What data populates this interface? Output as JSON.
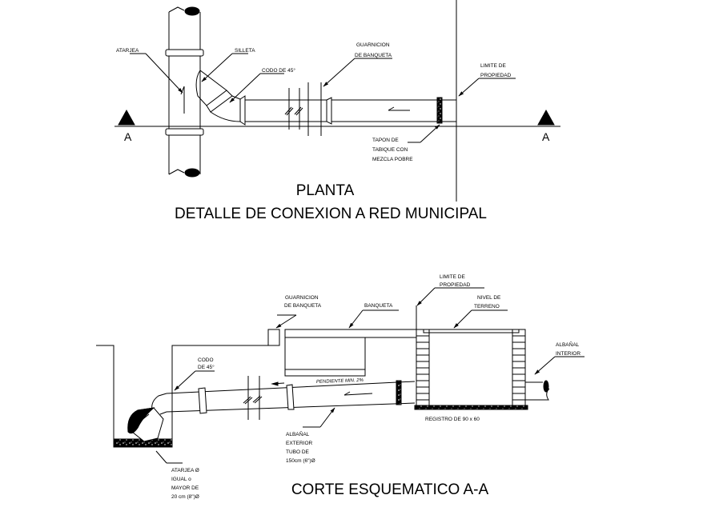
{
  "plan": {
    "title": "PLANTA",
    "subtitle": "DETALLE DE CONEXION A RED MUNICIPAL",
    "section_marker_left": "A",
    "section_marker_right": "A",
    "labels": {
      "atarjea": "ATARJEA",
      "silleta": "SILLETA",
      "codo": "CODO DE 45°",
      "guarnicion_1": "GUARNICION",
      "guarnicion_2": "DE BANQUETA",
      "limite_1": "LIMITE DE",
      "limite_2": "PROPIEDAD",
      "tapon_1": "TAPON DE",
      "tapon_2": "TABIQUE CON",
      "tapon_3": "MEZCLA POBRE"
    }
  },
  "section": {
    "title": "CORTE ESQUEMATICO  A-A",
    "labels": {
      "guarnicion_1": "GUARNICION",
      "guarnicion_2": "DE BANQUETA",
      "banqueta": "BANQUETA",
      "limite_1": "LIMITE DE",
      "limite_2": "PROPIEDAD",
      "nivel_1": "NIVEL DE",
      "nivel_2": "TERRENO",
      "albanal_int_1": "ALBAÑAL",
      "albanal_int_2": "INTERIOR",
      "codo_1": "CODO",
      "codo_2": "DE 45°",
      "pendiente": "PENDIENTE MIN. 2%",
      "registro": "REGISTRO DE 90 x 60",
      "albanal_ext_1": "ALBAÑAL",
      "albanal_ext_2": "EXTERIOR",
      "albanal_ext_3": "TUBO DE",
      "albanal_ext_4": "150cm (6\")Ø",
      "atarjea_1": "ATARJEA Ø",
      "atarjea_2": "IGUAL o",
      "atarjea_3": "MAYOR DE",
      "atarjea_4": "20 cm (8\")Ø"
    }
  }
}
